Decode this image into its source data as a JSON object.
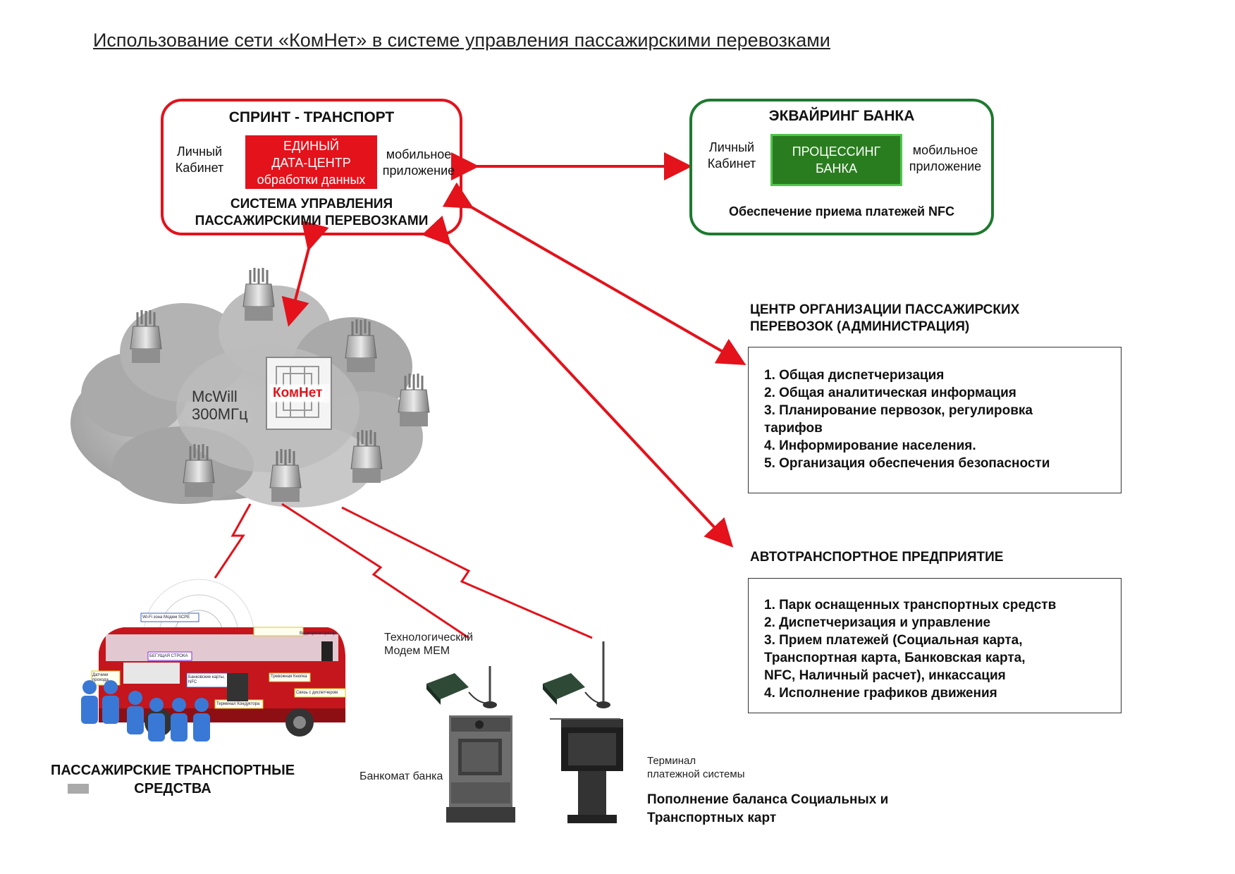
{
  "title": "Использование сети «КомНет»  в системе управления пассажирскими перевозками",
  "sprint": {
    "header": "СПРИНТ - ТРАНСПОРТ",
    "left_label_1": "Личный",
    "left_label_2": "Кабинет",
    "center_1": "ЕДИНЫЙ",
    "center_2": "ДАТА-ЦЕНТР",
    "center_3": "обработки данных",
    "right_label_1": "мобильное",
    "right_label_2": "приложение",
    "footer_1": "СИСТЕМА УПРАВЛЕНИЯ",
    "footer_2": "ПАССАЖИРСКИМИ ПЕРЕВОЗКАМИ"
  },
  "bank": {
    "header": "ЭКВАЙРИНГ БАНКА",
    "left_label_1": "Личный",
    "left_label_2": "Кабинет",
    "center_1": "ПРОЦЕССИНГ",
    "center_2": "БАНКА",
    "right_label_1": "мобильное",
    "right_label_2": "приложение",
    "footer": "Обеспечение приема платежей NFC"
  },
  "cloud": {
    "label_1": "McWill",
    "label_2": "300МГц",
    "logo_text": "КомНет"
  },
  "admin": {
    "heading_1": "ЦЕНТР ОРГАНИЗАЦИИ ПАССАЖИРСКИХ",
    "heading_2": "ПЕРЕВОЗОК (АДМИНИСТРАЦИЯ)",
    "items": [
      "1. Общая диспетчеризация",
      "2. Общая аналитическая информация",
      "3. Планирование первозок, регулировка",
      "тарифов",
      "4. Информирование населения.",
      "5. Организация обеспечения безопасности"
    ]
  },
  "atp": {
    "heading": "АВТОТРАНСПОРТНОЕ ПРЕДПРИЯТИЕ",
    "items": [
      "1. Парк оснащенных транспортных средств",
      "2. Диспетчеризация и управление",
      "3. Прием платежей (Социальная карта,",
      "Транспортная карта, Банковская карта,",
      "NFC, Наличный расчет),  инкассация",
      "4. Исполнение графиков движения"
    ]
  },
  "bus": {
    "caption_1": "ПАССАЖИРСКИЕ ТРАНСПОРТНЫЕ",
    "caption_2": "СРЕДСТВА",
    "tags": [
      "Wi-Fi зона Модем SCPE",
      "Видеорегистратор",
      "БЕГУЩАЯ СТРОКА",
      "Датчики прохода",
      "Банковские карты, NFC",
      "Тревожная Кнопка",
      "Связь с диспетчером",
      "Терминал Кондуктора"
    ]
  },
  "devices": {
    "modem_1": "Технологический",
    "modem_2": "Модем МЕМ",
    "atm": "Банкомат банка",
    "terminal_1": "Терминал",
    "terminal_2": "платежной системы",
    "replenish_1": "Пополнение баланса Социальных и",
    "replenish_2": "Транспортных карт"
  },
  "colors": {
    "red": "#e3121b",
    "green": "#1d7a2e",
    "procgreen": "#2a7d1f",
    "cloud": "#b8b8b8"
  }
}
